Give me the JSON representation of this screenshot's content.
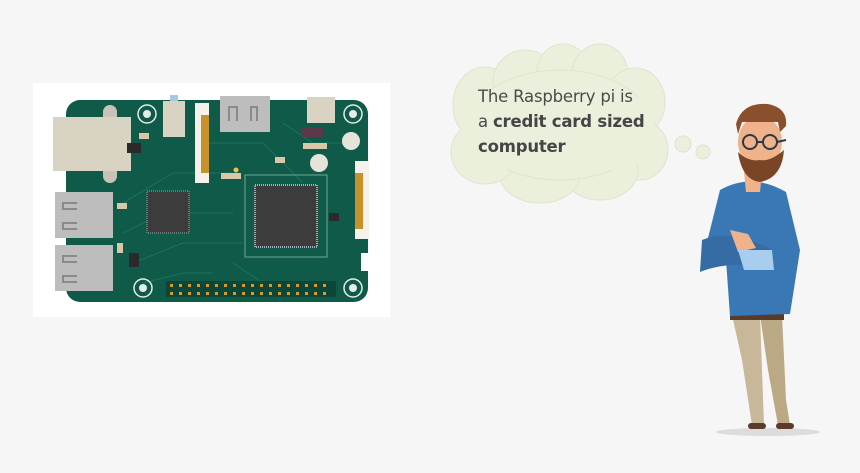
{
  "thought_bubble": {
    "line1": "The Raspberry pi is",
    "line2_prefix": "a ",
    "line2_bold": "credit card sized",
    "line3_bold": "computer"
  },
  "illustrations": {
    "board": "raspberry-pi-board",
    "character": "bearded-man-thinking"
  },
  "colors": {
    "background": "#f6f6f6",
    "pcb": "#0f5a48",
    "cloud": "#ebf0dc",
    "shirt": "#3a78b5",
    "pants": "#c9b79a",
    "beard": "#7a4526"
  }
}
